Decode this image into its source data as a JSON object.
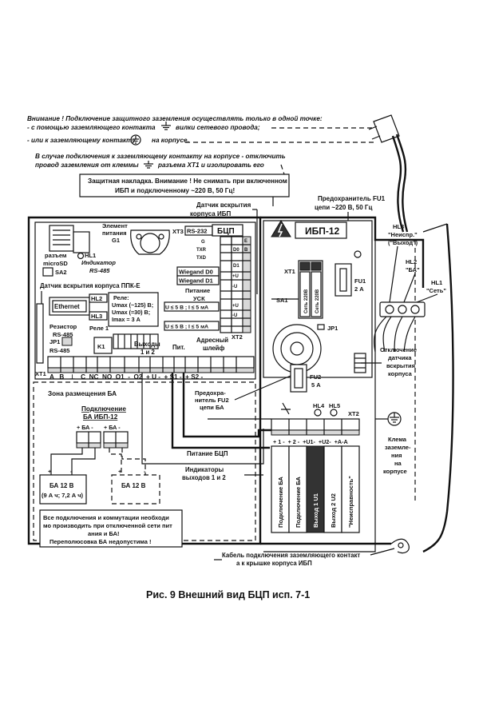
{
  "notes": {
    "warning_line1": "Внимание ! Подключение защитного заземления осуществлять только в одной точке:",
    "warning_line2a": "- с помощью заземляющего контакта",
    "warning_line2b": "вилки сетевого провода;",
    "warning_line3a": "- или к заземляющему контакту",
    "warning_line3b": "на корпусе.",
    "case_line1": "В случае подключения к заземляющему контакту на корпусе - отключить",
    "case_line2a": "провод заземления от клеммы",
    "case_line2b": "разъема ХТ1 и изолировать его"
  },
  "callouts": {
    "cover1": "Защитная накладка. Внимание ! Не снимать при включенном",
    "cover2": "ИБП и подключенному ~220 В, 50 Гц!",
    "fuse1_1": "Предохранитель FU1",
    "fuse1_2": "цепи ~220 В, 50 Гц",
    "sensor_ibp1": "Датчик вскрытия",
    "sensor_ibp2": "корпуса ИБП",
    "fu2_1": "Предохра-",
    "fu2_2": "нитель FU2",
    "fu2_3": "цепи БА",
    "power_bcp": "Питание БЦП",
    "outputs_ind1": "Индикаторы",
    "outputs_ind2": "выходов 1 и 2",
    "cable1": "Кабель подключения заземляющего контакт",
    "cable2": "а к крышке корпуса ИБП",
    "disconnect1": "Отключение",
    "disconnect2": "датчика",
    "disconnect3": "вскрытия",
    "disconnect4": "корпуса",
    "clamp1": "Клема",
    "clamp2": "заземле-",
    "clamp3": "ния",
    "clamp4": "на",
    "clamp5": "корпусе",
    "hl3_1": "HL3",
    "hl3_2": "\"Неиспр.\"",
    "hl3_3": "(\"Выход\")",
    "hl2_1": "HL2",
    "hl2_2": "\"БА\"",
    "hl1_1": "HL1",
    "hl1_2": "\"Сеть\""
  },
  "bcp": {
    "microsd1": "разъем",
    "microsd2": "microSD",
    "sa2": "SA2",
    "hl1": "HL1",
    "indicator1": "Индикатор",
    "indicator2": "RS-485",
    "element1": "Элемент",
    "element2": "питания",
    "element3": "G1",
    "xt3": "XT3",
    "rs232": "RS-232",
    "bcp_title": "БЦП",
    "wiegand_d0": "Wiegand D0",
    "wiegand_d1": "Wiegand D1",
    "power_usk1": "Питание",
    "power_usk2": "УСК",
    "u_limit": "U ≤ 5 В ; I ≤ 5 мА",
    "sensor_ppk": "Датчик вскрытия корпуса ППК-Е",
    "ethernet": "Ethernet",
    "hl2": "HL2",
    "hl3": "HL3",
    "relay1": "Реле:",
    "relay2": "Umax (~125) В;",
    "relay3": "Umax (=30) В;",
    "relay4": "Imax = 3 А",
    "resistor1": "Резистор",
    "resistor2": "RS-485",
    "relay_1": "Реле 1",
    "jp1": "JP1",
    "k1": "K1",
    "rs485": "RS-485",
    "outputs1": "Выходы",
    "outputs2": "1 и 2",
    "pit": "Пит.",
    "addr1": "Адресный",
    "addr2": "шлейф",
    "xt1": "XT1",
    "xt2": "XT2",
    "terminals": "A   B   ⊥   C  NC  NO  O1  -  O2  + U -  + S1 -  + S2 -",
    "side_labels": [
      "G",
      "TXR",
      "TXD",
      "D0",
      "D1",
      "+U",
      "-U",
      "+U",
      "-U",
      "E",
      "B"
    ]
  },
  "ibp": {
    "title": "ИБП-12",
    "xt1": "XT1",
    "set1": "Сеть 220В",
    "set2": "Сеть 220В",
    "fu1": "FU1",
    "fu1_val": "2 А",
    "sa1": "SA1",
    "jp1": "JP1",
    "fu2": "FU2",
    "fu2_val": "5 А",
    "hl4": "HL4",
    "hl5": "HL5",
    "xt2": "XT2",
    "terminals": "+ 1 -  + 2 -  +U1-  +U2-  +A-A",
    "vertical": [
      "Подключение БА",
      "Подключение БА",
      "Выход 1 U1",
      "Выход 2 U2",
      "\"Неисправность\""
    ]
  },
  "ba": {
    "zone": "Зона размещения БА",
    "connect1": "Подключение",
    "connect2": "БА ИБП-12",
    "plusba": "+ БА -",
    "ba1_1": "БА 12 В",
    "ba1_2": "(9 А ч; 7,2 А ч)",
    "ba2_1": "БА 12 В",
    "plus": "+",
    "minus": "-"
  },
  "bottom_note": {
    "l1": "Все подключения и коммутации необходи",
    "l2": "мо производить при отключенной сети пит",
    "l3": "ания и БА!",
    "l4": "Переполюсовка БА недопустима !"
  },
  "caption": "Рис. 9 Внешний вид БЦП исп. 7-1"
}
